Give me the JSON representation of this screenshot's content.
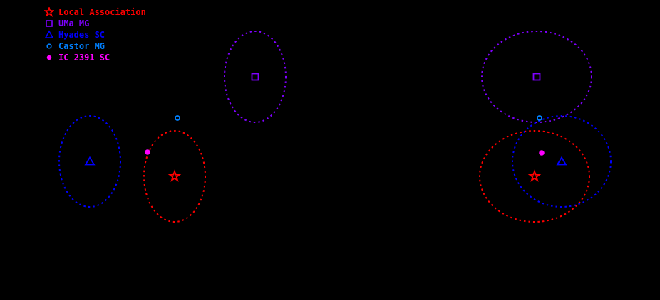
{
  "chart_data": {
    "type": "scatter",
    "title": "",
    "background": "#000000",
    "panels": [
      {
        "name": "left",
        "xlabel": "",
        "ylabel": "",
        "grid": false,
        "points": [
          {
            "series": "Local Association",
            "px": 245,
            "py": 248,
            "ellipse": {
              "rx": 43,
              "ry": 64
            }
          },
          {
            "series": "UMa MG",
            "px": 358,
            "py": 108,
            "ellipse": {
              "rx": 43,
              "ry": 64
            }
          },
          {
            "series": "Hyades SC",
            "px": 126,
            "py": 227,
            "ellipse": {
              "rx": 43,
              "ry": 64
            }
          },
          {
            "series": "Castor MG",
            "px": 249,
            "py": 166,
            "ellipse": null
          },
          {
            "series": "IC 2391 SC",
            "px": 207,
            "py": 214,
            "ellipse": null
          }
        ]
      },
      {
        "name": "right",
        "xlabel": "",
        "ylabel": "",
        "grid": false,
        "points": [
          {
            "series": "Local Association",
            "px": 750,
            "py": 248,
            "ellipse": {
              "rx": 77,
              "ry": 64
            }
          },
          {
            "series": "UMa MG",
            "px": 753,
            "py": 108,
            "ellipse": {
              "rx": 77,
              "ry": 64
            }
          },
          {
            "series": "Hyades SC",
            "px": 788,
            "py": 227,
            "ellipse": {
              "rx": 69,
              "ry": 64
            }
          },
          {
            "series": "Castor MG",
            "px": 757,
            "py": 166,
            "ellipse": null
          },
          {
            "series": "IC 2391 SC",
            "px": 760,
            "py": 215,
            "ellipse": null
          }
        ]
      }
    ],
    "legend": {
      "position": "upper-left",
      "entries": [
        {
          "label": "Local Association",
          "marker": "star",
          "color": "#ff0000"
        },
        {
          "label": "UMa MG",
          "marker": "square",
          "color": "#7f00ff"
        },
        {
          "label": "Hyades SC",
          "marker": "triangle",
          "color": "#0000ff"
        },
        {
          "label": "Castor MG",
          "marker": "open-circle",
          "color": "#0080ff"
        },
        {
          "label": "IC 2391 SC",
          "marker": "filled-circle",
          "color": "#ff00ff"
        }
      ]
    }
  }
}
